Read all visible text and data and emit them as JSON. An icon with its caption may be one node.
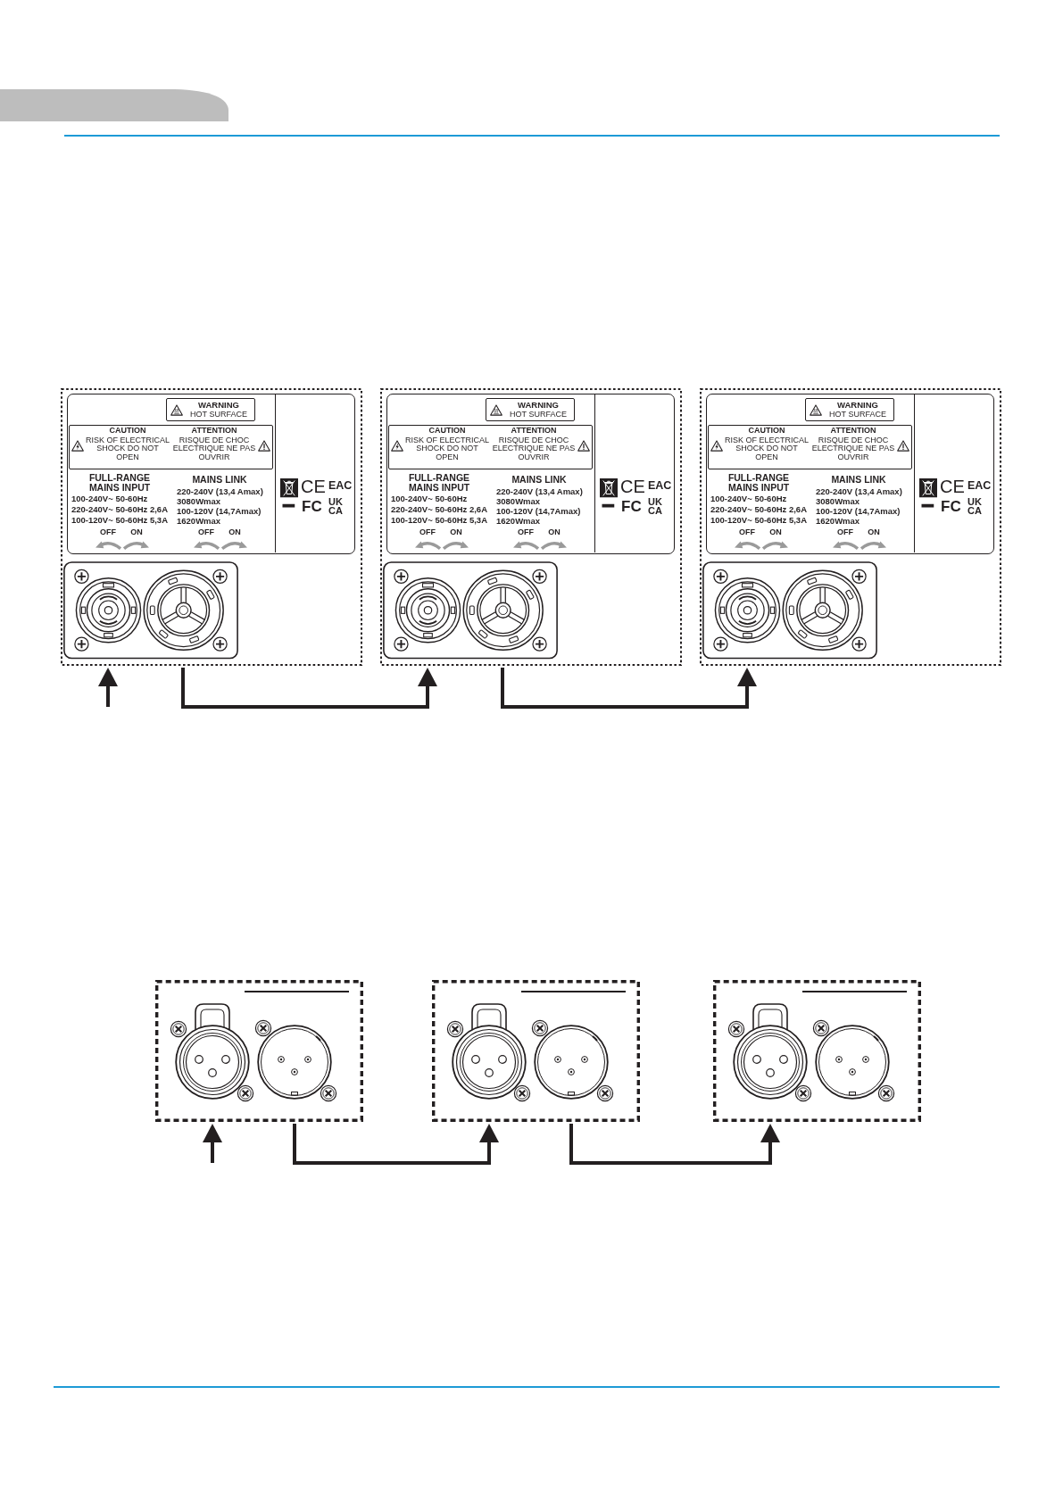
{
  "diagram": {
    "nodes": [
      {
        "text": [],
        "shape": "box"
      },
      {
        "text": [
          "FULL-RANGE MAINS INPUT",
          "100-240V~ 50-60Hz",
          "220-240V~ 50-60Hz 2,6A",
          "100-120V~ 50-60Hz 5,3A",
          "MAINS LINK",
          "220-240V (13,4 Amax)",
          "3080Wmax",
          "100-120V (14,7Amax)",
          "1620Wmax",
          "OFF",
          "ON",
          "OFF",
          "ON",
          "CE",
          "EAC",
          "FC",
          "UK CA"
        ],
        "in": 0
      },
      {
        "text": [
          "WARNING",
          "HOT SURFACE"
        ],
        "in": 1
      },
      {
        "text": [
          "CAUTION",
          "RISK OF ELECTRICAL SHOCK DO NOT OPEN",
          "ATTENTION",
          "RISQUE DE CHOC ELECTRIQUE NE PAS OUVRIR"
        ],
        "in": 1
      },
      {
        "text": [],
        "shape": "box"
      },
      {
        "text": [
          "FULL-RANGE MAINS INPUT",
          "100-240V~ 50-60Hz",
          "220-240V~ 50-60Hz 2,6A",
          "100-120V~ 50-60Hz 5,3A",
          "MAINS LINK",
          "220-240V (13,4 Amax)",
          "3080Wmax",
          "100-120V (14,7Amax)",
          "1620Wmax",
          "OFF",
          "ON",
          "OFF",
          "ON",
          "CE",
          "EAC",
          "FC",
          "UK CA"
        ],
        "in": 4
      },
      {
        "text": [
          "WARNING",
          "HOT SURFACE"
        ],
        "in": 5
      },
      {
        "text": [
          "CAUTION",
          "RISK OF ELECTRICAL SHOCK DO NOT OPEN",
          "ATTENTION",
          "RISQUE DE CHOC ELECTRIQUE NE PAS OUVRIR"
        ],
        "in": 5
      },
      {
        "text": [],
        "shape": "box"
      },
      {
        "text": [
          "FULL-RANGE MAINS INPUT",
          "100-240V~ 50-60Hz",
          "220-240V~ 50-60Hz 2,6A",
          "100-120V~ 50-60Hz 5,3A",
          "MAINS LINK",
          "220-240V (13,4 Amax)",
          "3080Wmax",
          "100-120V (14,7Amax)",
          "1620Wmax",
          "OFF",
          "ON",
          "OFF",
          "ON",
          "CE",
          "EAC",
          "FC",
          "UK CA"
        ],
        "in": 8
      },
      {
        "text": [
          "WARNING",
          "HOT SURFACE"
        ],
        "in": 9
      },
      {
        "text": [
          "CAUTION",
          "RISK OF ELECTRICAL SHOCK DO NOT OPEN",
          "ATTENTION",
          "RISQUE DE CHOC ELECTRIQUE NE PAS OUVRIR"
        ],
        "in": 9
      },
      {
        "text": [],
        "shape": "box"
      },
      {
        "text": [],
        "shape": "box"
      },
      {
        "text": [],
        "shape": "box"
      }
    ],
    "edges": [
      {
        "from": null,
        "to": 0,
        "arrow": "to"
      },
      {
        "from": 0,
        "to": 4,
        "arrow": "to"
      },
      {
        "from": 4,
        "to": 8,
        "arrow": "to"
      },
      {
        "from": null,
        "to": 12,
        "arrow": "to"
      },
      {
        "from": 12,
        "to": 13,
        "arrow": "to"
      },
      {
        "from": 13,
        "to": 14,
        "arrow": "to"
      }
    ]
  }
}
